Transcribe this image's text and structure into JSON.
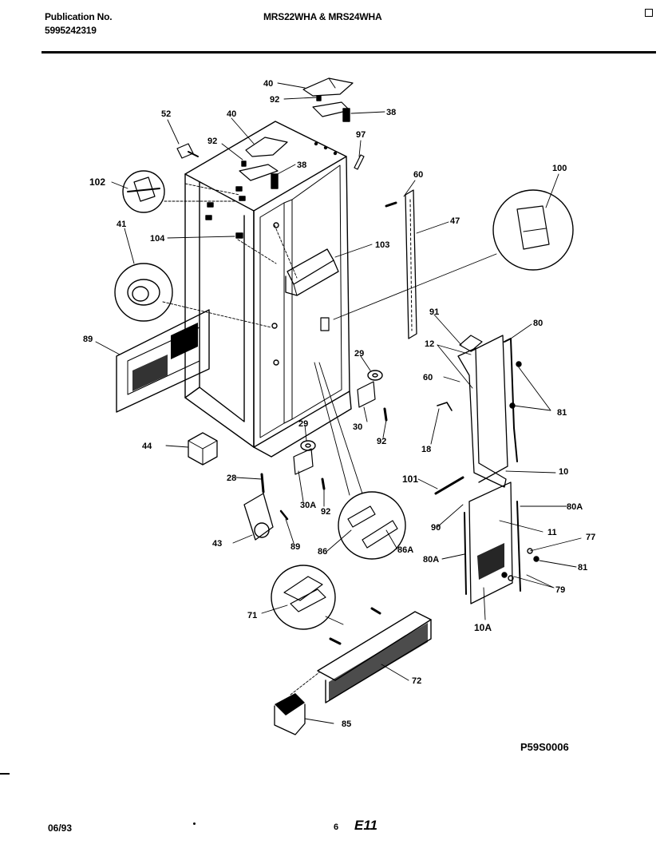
{
  "header": {
    "publication_label": "Publication No.",
    "publication_number": "5995242319",
    "model_title": "MRS22WHA & MRS24WHA"
  },
  "diagram": {
    "id": "P59S0006",
    "part_labels": [
      "40",
      "92",
      "38",
      "52",
      "40",
      "92",
      "38",
      "97",
      "60",
      "47",
      "100",
      "102",
      "41",
      "104",
      "103",
      "89",
      "91",
      "12",
      "80",
      "60",
      "29",
      "81",
      "30",
      "92",
      "18",
      "44",
      "29",
      "10",
      "28",
      "101",
      "30A",
      "92",
      "90",
      "80A",
      "11",
      "77",
      "43",
      "89",
      "86",
      "86A",
      "80A",
      "81",
      "79",
      "71",
      "10A",
      "72",
      "85"
    ]
  },
  "footer": {
    "date": "06/93",
    "page": "6",
    "section": "E11"
  }
}
